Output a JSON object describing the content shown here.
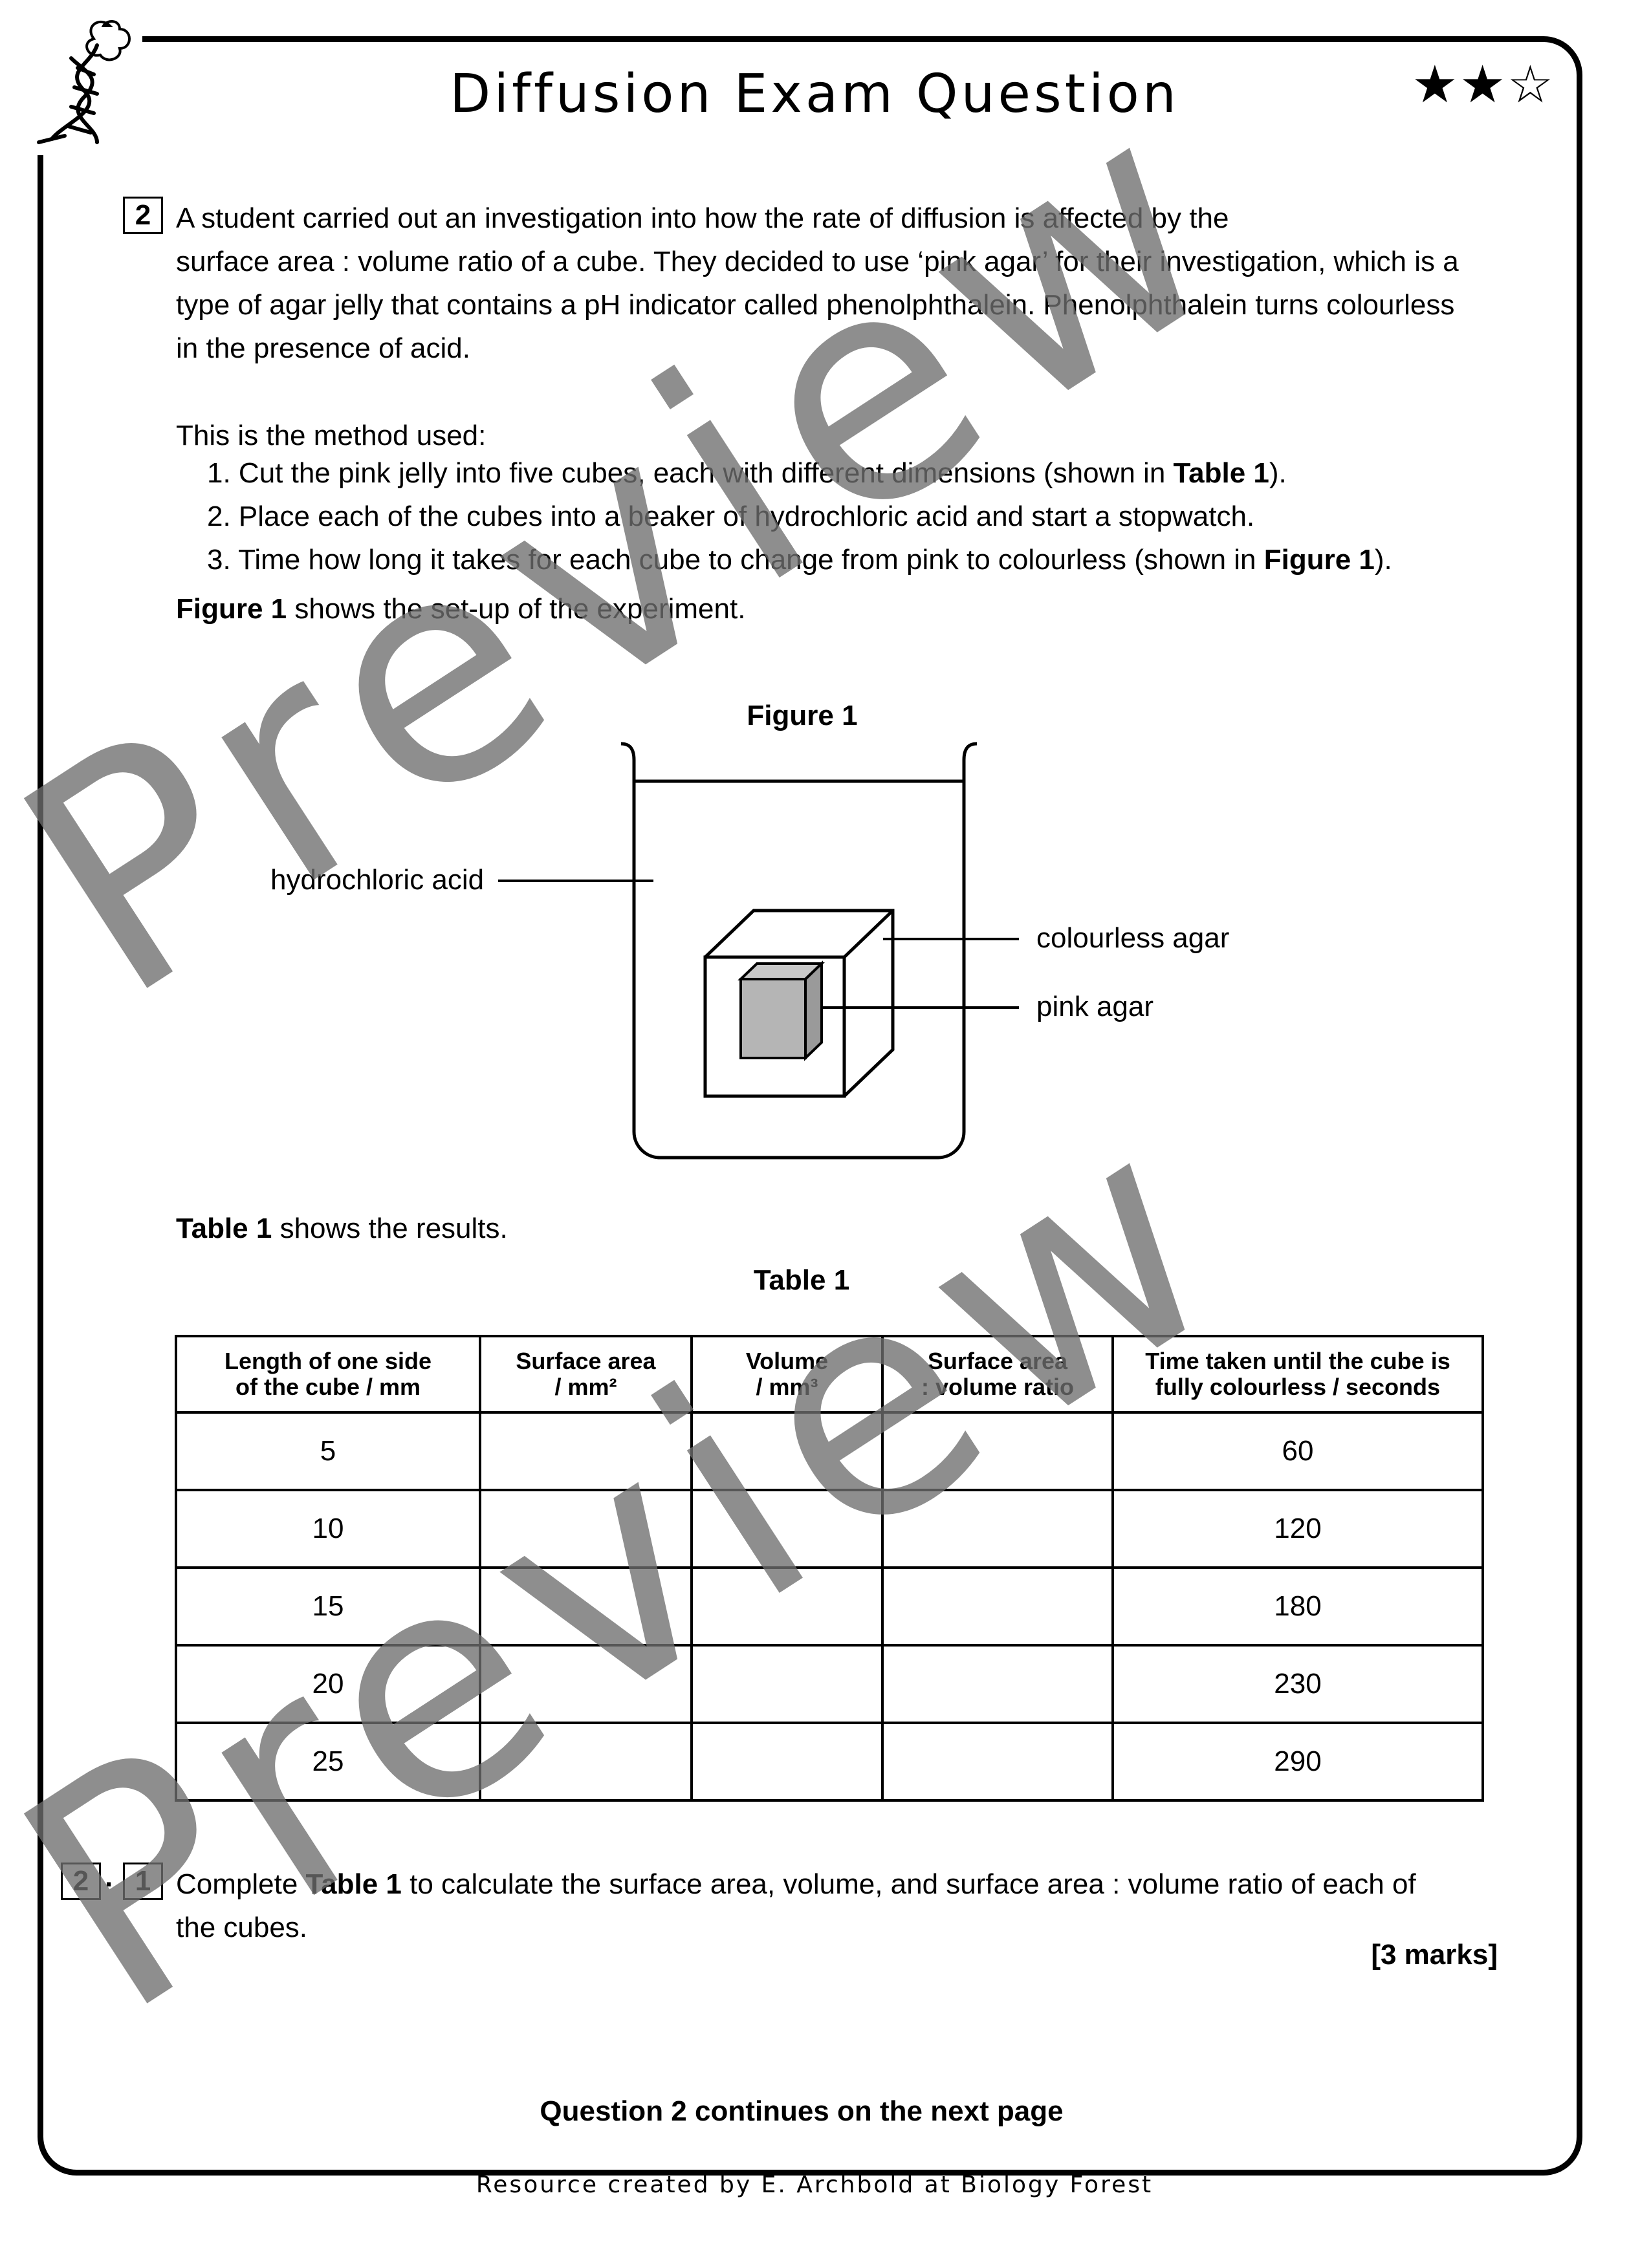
{
  "header": {
    "title": "Diffusion Exam Question",
    "stars": "★★☆"
  },
  "question": {
    "number": "2",
    "intro_line1": "A student carried out an investigation into how the rate of diffusion is affected by the",
    "intro_line2": "surface area : volume ratio of a cube. They decided to use ‘pink agar’ for their investigation, which is a",
    "intro_line3": "type of agar jelly that contains a pH indicator called phenolphthalein. Phenolphthalein turns colourless",
    "intro_line4": "in the presence of acid.",
    "method_intro": "This is the method used:",
    "method": [
      {
        "pre": "1. Cut the pink jelly into five cubes, each with different dimensions (shown in ",
        "bold": "Table 1",
        "post": ")."
      },
      {
        "pre": "2. Place each of the cubes into a beaker of hydrochloric acid and start a stopwatch.",
        "bold": "",
        "post": ""
      },
      {
        "pre": "3. Time how long it takes for each cube to change from pink to colourless (shown in ",
        "bold": "Figure 1",
        "post": ")."
      }
    ],
    "figure_ref_bold": "Figure 1",
    "figure_ref_rest": " shows the set-up of the experiment."
  },
  "figure": {
    "title": "Figure 1",
    "label_acid": "hydrochloric acid",
    "label_colourless": "colourless agar",
    "label_pink": "pink agar"
  },
  "table": {
    "intro_bold": "Table 1",
    "intro_rest": " shows the results.",
    "title": "Table 1",
    "headers": [
      [
        "Length of one side",
        "of the cube / mm"
      ],
      [
        "Surface area",
        "/ mm²"
      ],
      [
        "Volume",
        "/ mm³"
      ],
      [
        "Surface area",
        ": volume ratio"
      ],
      [
        "Time taken until the cube is",
        "fully colourless / seconds"
      ]
    ],
    "rows": [
      [
        "5",
        "",
        "",
        "",
        "60"
      ],
      [
        "10",
        "",
        "",
        "",
        "120"
      ],
      [
        "15",
        "",
        "",
        "",
        "180"
      ],
      [
        "20",
        "",
        "",
        "",
        "230"
      ],
      [
        "25",
        "",
        "",
        "",
        "290"
      ]
    ]
  },
  "subquestion": {
    "number_a": "2",
    "dot": ".",
    "number_b": "1",
    "text_pre": "Complete ",
    "text_bold": "Table 1",
    "text_post": " to calculate the surface area, volume, and surface area : volume ratio of each of",
    "text_line2": "the cubes.",
    "marks": "[3 marks]"
  },
  "continues": "Question 2 continues on the next page",
  "footer": "Resource created by E. Archbold at Biology Forest",
  "watermark": "Preview",
  "colors": {
    "pink_agar_fill": "#b5b5b5",
    "watermark": "#6e6e6e"
  }
}
